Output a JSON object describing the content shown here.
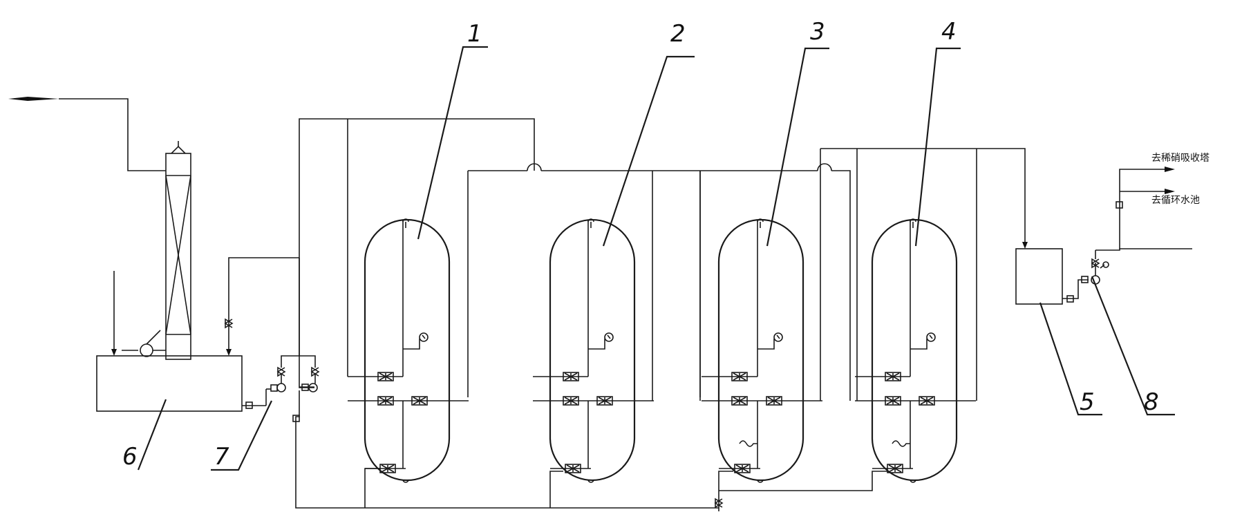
{
  "diagram": {
    "callouts": [
      {
        "id": "1",
        "label": "1"
      },
      {
        "id": "2",
        "label": "2"
      },
      {
        "id": "3",
        "label": "3"
      },
      {
        "id": "4",
        "label": "4"
      },
      {
        "id": "5",
        "label": "5"
      },
      {
        "id": "6",
        "label": "6"
      },
      {
        "id": "7",
        "label": "7"
      },
      {
        "id": "8",
        "label": "8"
      }
    ],
    "outlets": {
      "dilute_nitric_absorber": "去稀硝吸收塔",
      "circulating_water_pool": "去循环水池"
    }
  }
}
